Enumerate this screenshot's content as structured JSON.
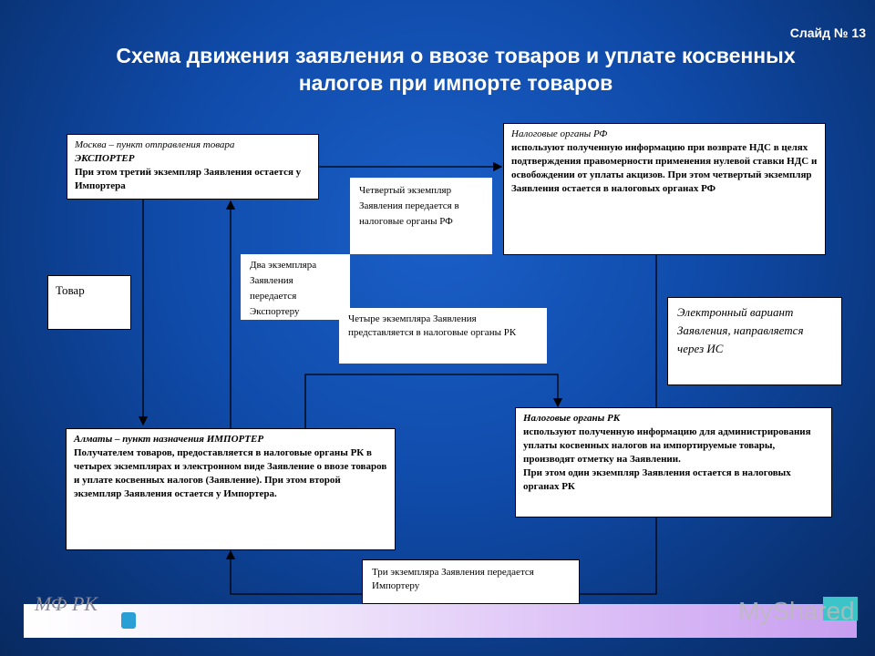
{
  "slide_number": "Слайд № 13",
  "title": "Схема движения заявления о ввозе товаров и уплате косвенных налогов при импорте товаров",
  "boxes": {
    "moscow": {
      "heading": "Москва – пункт отправления товара",
      "role": "ЭКСПОРТЕР",
      "text": "При этом третий экземпляр Заявления остается у Импортера"
    },
    "tax_rf": {
      "heading": "Налоговые органы РФ",
      "text": "используют полученную информацию при возврате НДС в целях подтверждения правомерности применения нулевой ставки НДС и освобождении от уплаты акцизов. При этом четвертый  экземпляр Заявления остается в налоговых органах РФ"
    },
    "fourth_copy": "Четвертый экземпляр Заявления передается в налоговые органы РФ",
    "two_copies": "Два экземпляра Заявления передается Экспортеру",
    "goods": "Товар",
    "four_copies": "Четыре  экземпляра Заявления представляется в налоговые органы РК",
    "electronic": "Электронный вариант Заявления, направляется через ИС",
    "almaty": {
      "heading": "Алматы – пункт назначения ИМПОРТЕР",
      "text": "Получателем товаров, предоставляется в налоговые органы РК в четырех экземплярах и электронном виде Заявление о ввозе товаров и уплате косвенных налогов (Заявление). При этом второй экземпляр Заявления остается у Импортера."
    },
    "tax_rk": {
      "heading": "Налоговые органы РК",
      "text1": "используют полученную информацию для администрирования уплаты косвенных налогов на импортируемые товары,",
      "text2": "производят отметку на Заявлении.",
      "text3": "При этом один экземпляр Заявления остается в налоговых органах РК"
    },
    "three_copies": "Три экземпляра Заявления передается Импортеру"
  },
  "footer": {
    "logo": "МФ РК",
    "watermark": "MyShared"
  }
}
